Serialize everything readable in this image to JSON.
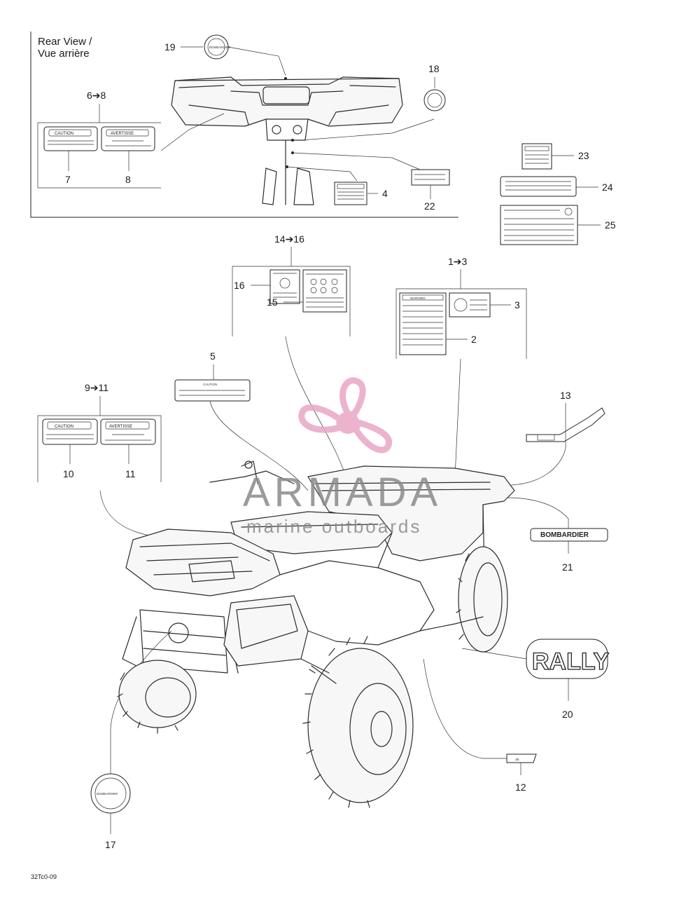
{
  "rear_view_title": {
    "line1": "Rear View /",
    "line2": "Vue arrière"
  },
  "figure_code": "32Tc0-09",
  "watermark": {
    "brand": "ARMADA",
    "tagline": "marine outboards",
    "color": "#e9a6c6"
  },
  "callouts": {
    "c1_3": "1➔3",
    "c2": "2",
    "c3": "3",
    "c4": "4",
    "c5": "5",
    "c6_8": "6➔8",
    "c7": "7",
    "c8": "8",
    "c9_11": "9➔11",
    "c10": "10",
    "c11": "11",
    "c12": "12",
    "c13": "13",
    "c14_16": "14➔16",
    "c15": "15",
    "c16": "16",
    "c17": "17",
    "c18": "18",
    "c19": "19",
    "c20": "20",
    "c21": "21",
    "c22": "22",
    "c23": "23",
    "c24": "24",
    "c25": "25"
  },
  "decal_text": {
    "caution": "CAUTION",
    "avertissement": "AVERTISSE",
    "warning": "WARNING",
    "bombardier": "BOMBARDIER",
    "rally": "RALLY",
    "decal_12": "2B"
  }
}
